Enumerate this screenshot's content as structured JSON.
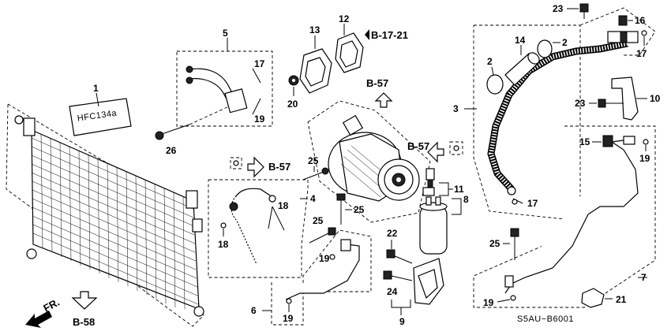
{
  "diagram": {
    "callouts": {
      "c1": "1",
      "c2a": "2",
      "c2b": "2",
      "c3": "3",
      "c4": "4",
      "c5": "5",
      "c6": "6",
      "c7": "7",
      "c8": "8",
      "c9": "9",
      "c10": "10",
      "c11": "11",
      "c12": "12",
      "c13": "13",
      "c14": "14",
      "c15": "15",
      "c16": "16",
      "c17a": "17",
      "c17b": "17",
      "c17c": "17",
      "c18a": "18",
      "c18b": "18",
      "c19a": "19",
      "c19b": "19",
      "c19c": "19",
      "c19d": "19",
      "c19e": "19",
      "c20": "20",
      "c21": "21",
      "c22": "22",
      "c23a": "23",
      "c23b": "23",
      "c24": "24",
      "c25a": "25",
      "c25b": "25",
      "c25c": "25",
      "c25d": "25",
      "c26": "26"
    },
    "refs": {
      "r1": "B-17-21",
      "r2": "B-57",
      "r3": "B-57",
      "r4": "B-57",
      "r5": "B-58"
    },
    "label_plate": "HFC134a",
    "front_label": "FR.",
    "diagram_code": "S5AU−B6001"
  }
}
